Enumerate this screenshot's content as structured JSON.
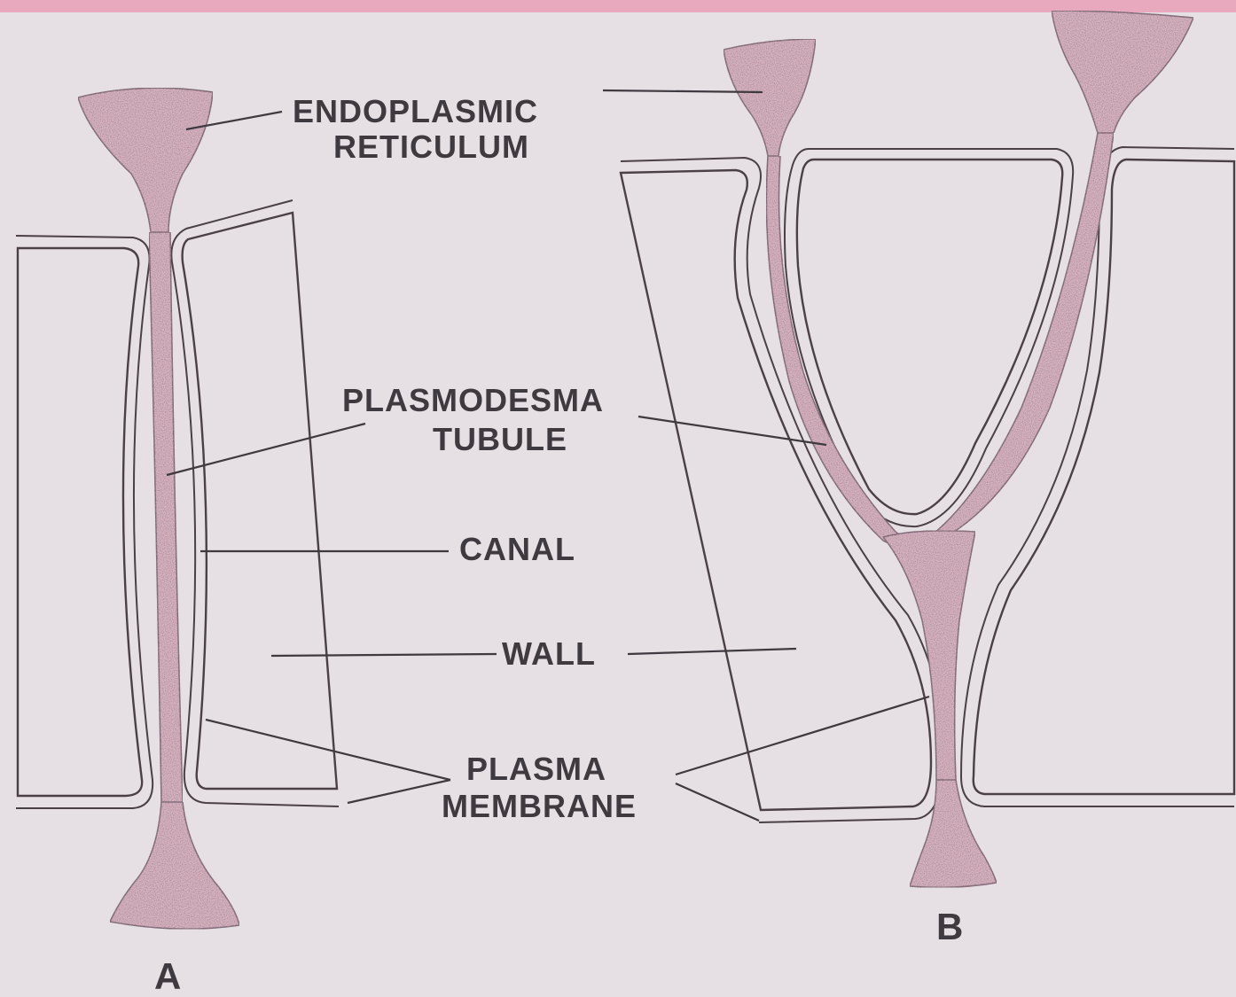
{
  "labels": {
    "er_line1": "ENDOPLASMIC",
    "er_line2": "RETICULUM",
    "tubule_line1": "PLASMODESMA",
    "tubule_line2": "TUBULE",
    "canal": "CANAL",
    "wall": "WALL",
    "membrane_line1": "PLASMA",
    "membrane_line2": "MEMBRANE"
  },
  "panels": {
    "a": "A",
    "b": "B"
  },
  "colors": {
    "background": "#e6dfe3",
    "wall_fill": "#dcb6c4",
    "er_fill": "#d9b2c0",
    "ink": "#3f3a40",
    "pink_accent": "#e8a8bd"
  }
}
